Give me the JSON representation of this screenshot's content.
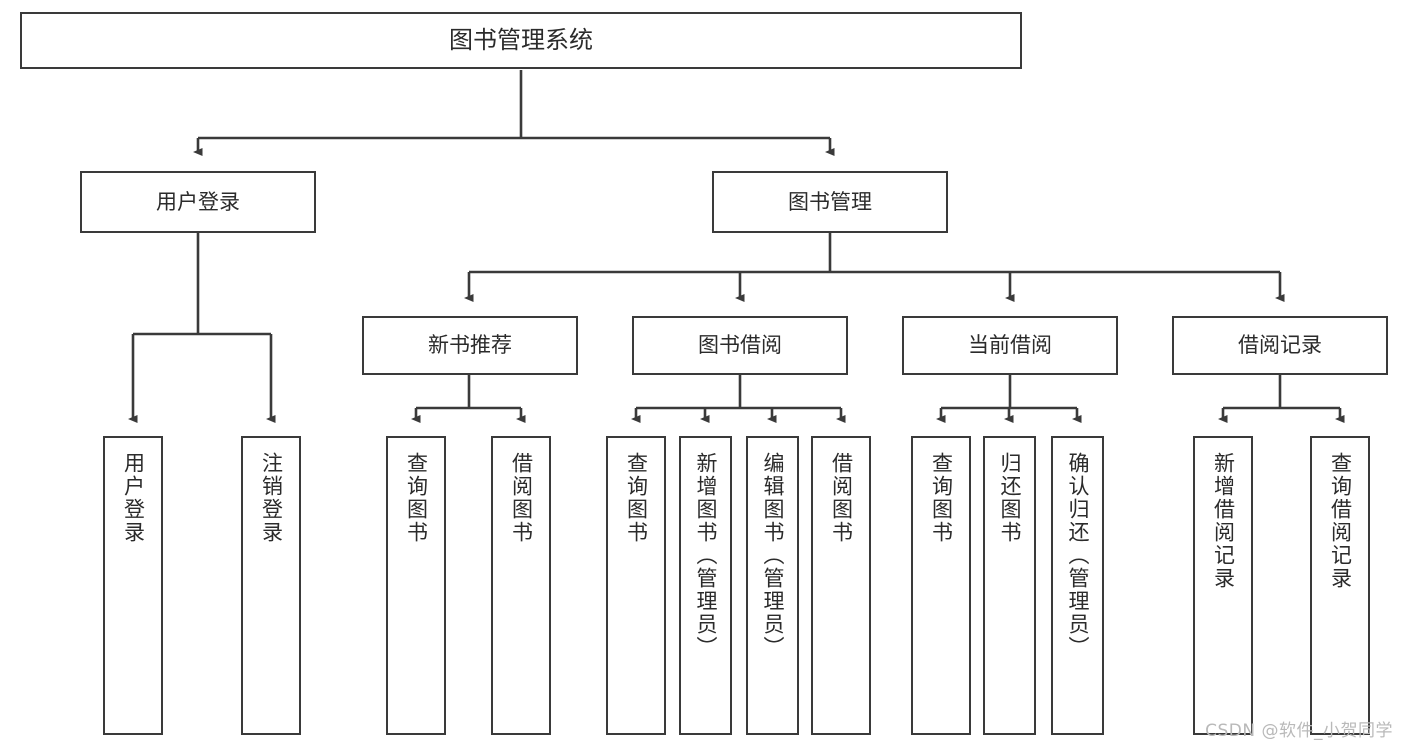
{
  "diagram": {
    "title": "图书管理系统",
    "type": "tree-hierarchy",
    "orientation": "top-down",
    "colors": {
      "box_stroke": "#3a3a3a",
      "box_fill": "#ffffff",
      "connector": "#3a3a3a",
      "text": "#2b2b2b",
      "watermark": "#b9b9b9",
      "background": "#ffffff"
    },
    "root": {
      "label": "图书管理系统"
    },
    "level2": [
      {
        "label": "用户登录"
      },
      {
        "label": "图书管理"
      }
    ],
    "level3": [
      {
        "label": "新书推荐"
      },
      {
        "label": "图书借阅"
      },
      {
        "label": "当前借阅"
      },
      {
        "label": "借阅记录"
      }
    ],
    "leaves": {
      "user_login": [
        {
          "label": "用户登录"
        },
        {
          "label": "注销登录"
        }
      ],
      "new_book_recommend": [
        {
          "label": "查询图书"
        },
        {
          "label": "借阅图书"
        }
      ],
      "book_borrow": [
        {
          "label": "查询图书"
        },
        {
          "label": "新增图书（管理员）"
        },
        {
          "label": "编辑图书（管理员）"
        },
        {
          "label": "借阅图书"
        }
      ],
      "current_borrow": [
        {
          "label": "查询图书"
        },
        {
          "label": "归还图书"
        },
        {
          "label": "确认归还（管理员）"
        }
      ],
      "borrow_record": [
        {
          "label": "新增借阅记录"
        },
        {
          "label": "查询借阅记录"
        }
      ]
    }
  },
  "watermark": {
    "text": "CSDN @软件_小贺同学"
  }
}
